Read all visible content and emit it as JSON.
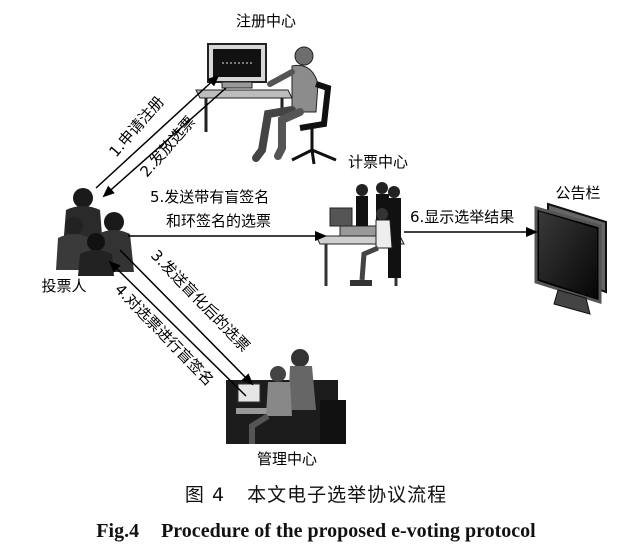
{
  "nodes": {
    "registration": "注册中心",
    "tally": "计票中心",
    "bulletin": "公告栏",
    "voter": "投票人",
    "admin": "管理中心"
  },
  "edges": {
    "e1": "1.申请注册",
    "e2": "2.发放选票",
    "e3": "3.发送盲化后的选票",
    "e4": "4.对选票进行盲签名",
    "e5_line1": "5.发送带有盲签名",
    "e5_line2": "和环签名的选票",
    "e6": "6.显示选举结果"
  },
  "caption": {
    "cn_number": "图 4",
    "cn_title": "本文电子选举协议流程",
    "en_number": "Fig.4",
    "en_title": "Procedure of the proposed e-voting protocol"
  }
}
